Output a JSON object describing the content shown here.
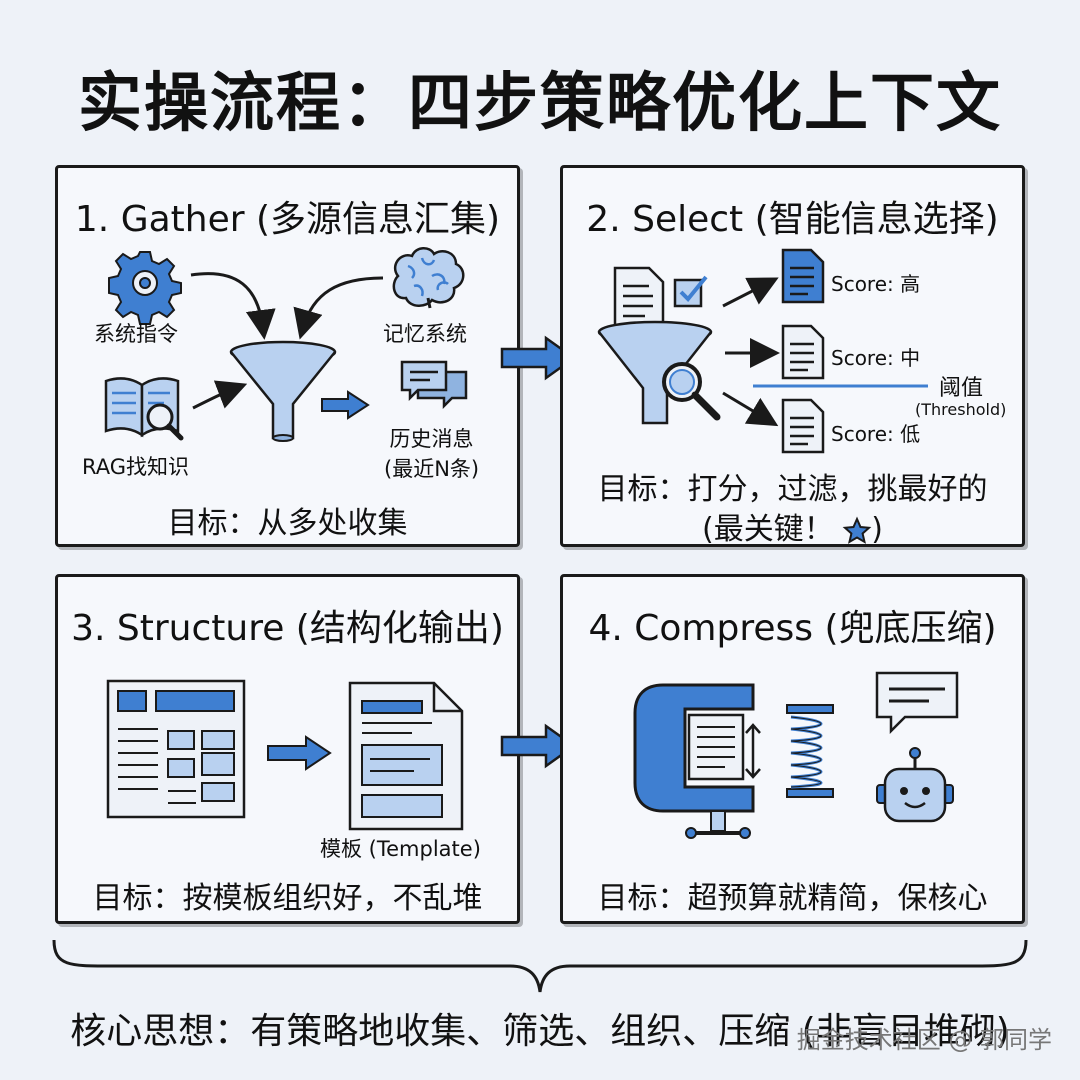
{
  "title": "实操流程：四步策略优化上下文",
  "panels": {
    "gather": {
      "title": "1. Gather (多源信息汇集)",
      "labels": {
        "system": "系统指令",
        "memory": "记忆系统",
        "rag": "RAG找知识",
        "history_line1": "历史消息",
        "history_line2": "(最近N条)"
      },
      "goal": "目标：从多处收集"
    },
    "select": {
      "title": "2. Select (智能信息选择)",
      "scores": [
        "Score: 高",
        "Score: 中",
        "Score: 低"
      ],
      "threshold_label": "阈值",
      "threshold_sub": "(Threshold)",
      "goal_line1": "目标：打分，过滤，挑最好的",
      "goal_line2": "(最关键！"
    },
    "structure": {
      "title": "3. Structure (结构化输出)",
      "template_label": "模板 (Template)",
      "goal": "目标：按模板组织好，不乱堆"
    },
    "compress": {
      "title": "4. Compress (兜底压缩)",
      "goal": "目标：超预算就精简，保核心"
    }
  },
  "core_idea": "核心思想：有策略地收集、筛选、组织、压缩 (非盲目堆砌)",
  "watermark": "掘金技术社区 @ 郭同学",
  "colors": {
    "accent": "#3f7fd1",
    "light": "#b9d1f0",
    "ink": "#1a1a1a"
  },
  "icons": [
    "gear-icon",
    "brain-icon",
    "book-search-icon",
    "chat-icon",
    "funnel-icon",
    "document-icon",
    "checkbox-icon",
    "magnifier-icon",
    "star-icon",
    "layout-icon",
    "template-icon",
    "clamp-icon",
    "spring-icon",
    "speech-bubble-icon",
    "robot-icon",
    "arrow-right-icon"
  ]
}
